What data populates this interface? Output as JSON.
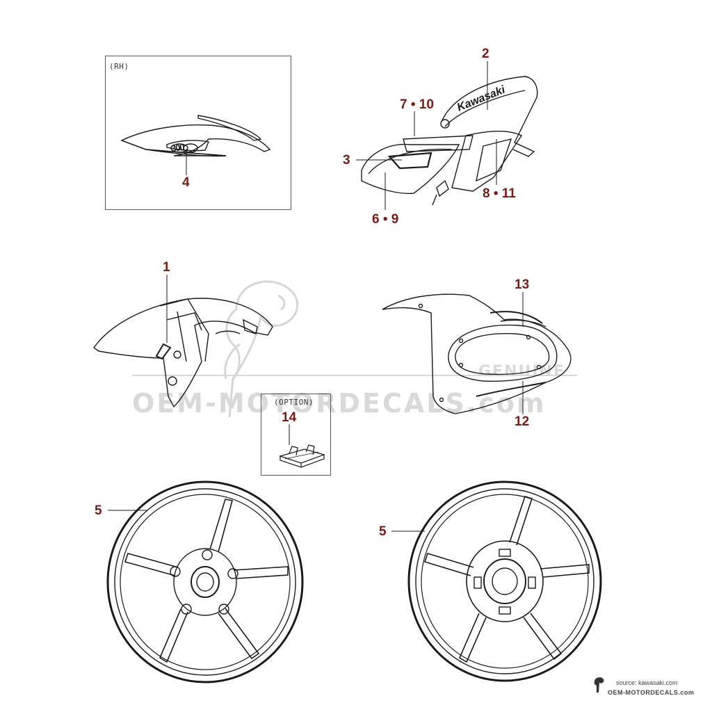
{
  "frames": {
    "rh_label": "(RH)",
    "option_label": "(OPTION)"
  },
  "callouts": {
    "c1": "1",
    "c2": "2",
    "c3": "3",
    "c4": "4",
    "c5_left": "5",
    "c5_right": "5",
    "c6_9": "6 • 9",
    "c7_10": "7 • 10",
    "c8_11": "8 • 11",
    "c12": "12",
    "c13": "13",
    "c14": "14"
  },
  "decal_text": {
    "kawasaki": "Kawasaki",
    "model_badge": "300"
  },
  "watermark": {
    "text": "OEM-MOTORDECALS.com",
    "badge": "GENUINE"
  },
  "credit": {
    "source": "source: kawasaki.com",
    "site": "OEM-MOTORDECALS.com"
  },
  "colors": {
    "callout": "#7a1a16",
    "line": "#1a1a1a",
    "watermark": "#d9d9d9"
  }
}
